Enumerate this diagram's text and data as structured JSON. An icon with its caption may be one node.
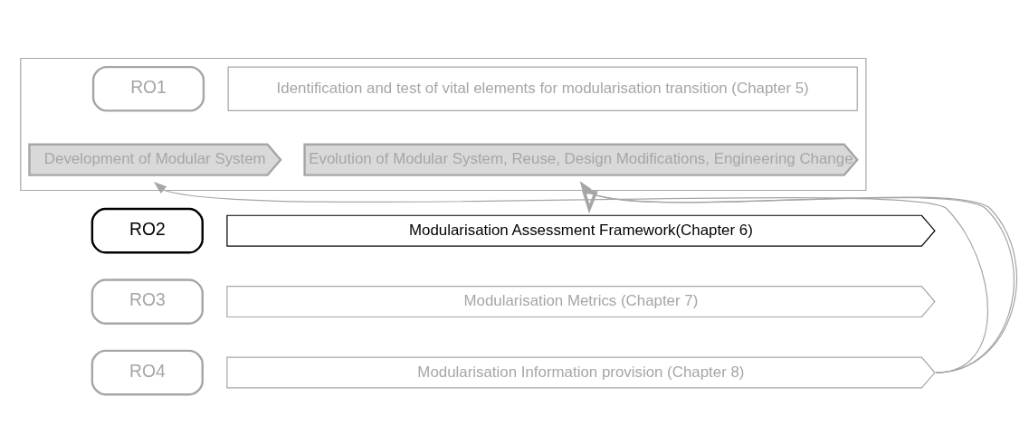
{
  "diagram": {
    "nodes": [
      {
        "text": [],
        "shape": "box"
      },
      {
        "text": [
          "RO1"
        ],
        "in": 0
      },
      {
        "text": [
          "Identification and test of vital elements for modularisation transition (Chapter 5)"
        ],
        "in": 0
      },
      {
        "text": [
          "Development of Modular System"
        ],
        "in": 0
      },
      {
        "text": [
          "Evolution of Modular System, Reuse, Design Modifications, Engineering Change"
        ],
        "in": 0
      },
      {
        "text": [
          "RO2"
        ]
      },
      {
        "text": [
          "Modularisation Assessment Framework(Chapter 6)"
        ]
      },
      {
        "text": [
          "RO3"
        ]
      },
      {
        "text": [
          "Modularisation Metrics (Chapter 7)"
        ]
      },
      {
        "text": [
          "RO4"
        ]
      },
      {
        "text": [
          "Modularisation Information provision (Chapter 8)"
        ]
      }
    ],
    "edges": [
      {
        "from": 10,
        "to": 3,
        "arrow": "to"
      },
      {
        "from": 10,
        "to": 4,
        "arrow": "to"
      },
      {
        "from": 10,
        "to": 4,
        "arrow": "to"
      },
      {
        "from": 0,
        "to": 6,
        "arrow": "to",
        "style": "thick"
      }
    ]
  }
}
